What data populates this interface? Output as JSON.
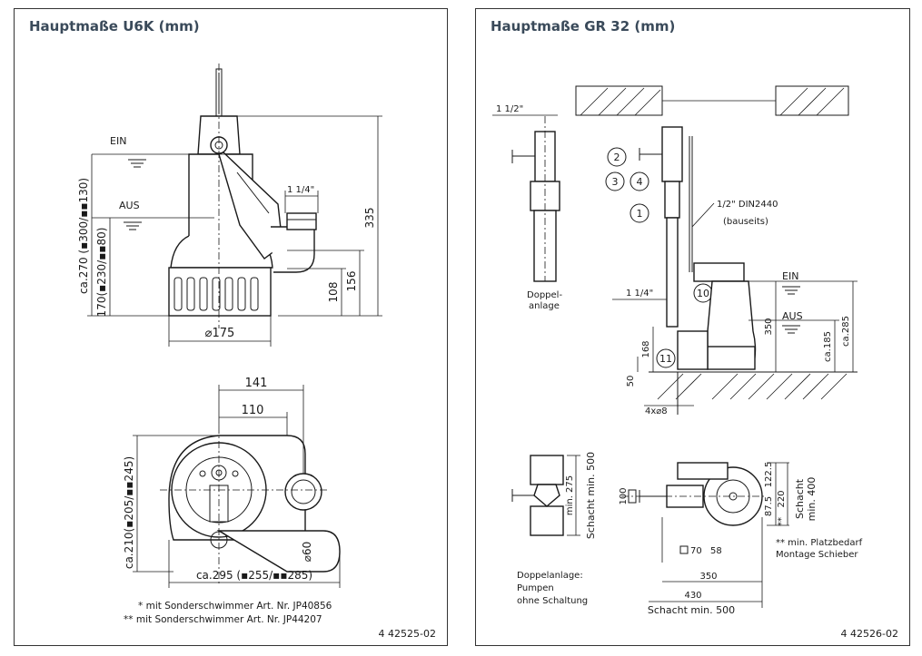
{
  "left": {
    "title": "Hauptmaße U6K (mm)",
    "fig_id": "4 42525-02",
    "labels": {
      "ein": "EIN",
      "aus": "AUS",
      "thread": "1 1/4\"",
      "dim_335": "335",
      "dim_156": "156",
      "dim_108": "108",
      "dim_175": "⌀175",
      "dim_ein": "ca.270 (▪300/▪▪130)",
      "dim_aus": "170(▪230/▪▪80)",
      "dim_141": "141",
      "dim_110": "110",
      "dim_210": "ca.210(▪205/▪▪245)",
      "dim_60": "⌀60",
      "dim_295": "ca.295 (▪255/▪▪285)"
    },
    "notes": [
      "* mit Sonderschwimmer Art. Nr. JP40856",
      "** mit Sonderschwimmer Art. Nr. JP44207"
    ]
  },
  "right": {
    "title": "Hauptmaße GR 32 (mm)",
    "fig_id": "4 42526-02",
    "labels": {
      "thread_top": "1 1/2\"",
      "doppel": "Doppel-",
      "anlage": "anlage",
      "pipe": "1/2\" DIN2440",
      "bauseits": "(bauseits)",
      "thread_mid": "1 1/4\"",
      "ein": "EIN",
      "aus": "AUS",
      "dim_350": "350",
      "dim_185": "ca.185",
      "dim_285": "ca.285",
      "dim_168": "168",
      "dim_50": "50",
      "dim_bolts": "4x⌀8",
      "c1": "1",
      "c2": "2",
      "c3": "3",
      "c4": "4",
      "c10": "10",
      "c11": "11",
      "dim_275": "min. 275",
      "schacht500v": "Schacht min. 500",
      "dim_100": "100",
      "dim_70": "70",
      "dim_58": "58",
      "dim_350b": "350",
      "dim_430": "430",
      "dim_875": "87.5",
      "dim_1225": "122.5",
      "dim_220": "220",
      "stars": "**",
      "schacht_line1": "Schacht",
      "schacht_line2": "min. 400",
      "schacht500h": "Schacht min. 500",
      "note_platz1": "** min. Platzbedarf",
      "note_platz2": "Montage Schieber",
      "note_doppel1": "Doppelanlage:",
      "note_doppel2": "Pumpen",
      "note_doppel3": "ohne Schaltung"
    }
  }
}
